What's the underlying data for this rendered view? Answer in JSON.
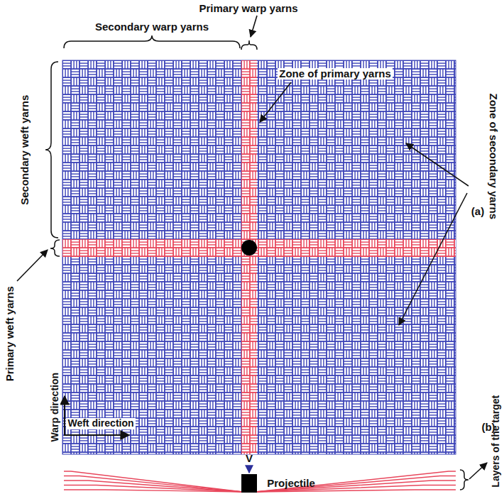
{
  "diagram": {
    "labels": [
      "Primary warp yarns",
      "Secondary warp yarns",
      "Zone of primary yarns",
      "Secondary weft yarns",
      "Zone of secondary yarns",
      "(a)",
      "Primary weft yarns",
      "Warp direction",
      "Weft direction",
      "V",
      "Projectile",
      "(b)",
      "Layers of the target"
    ]
  }
}
